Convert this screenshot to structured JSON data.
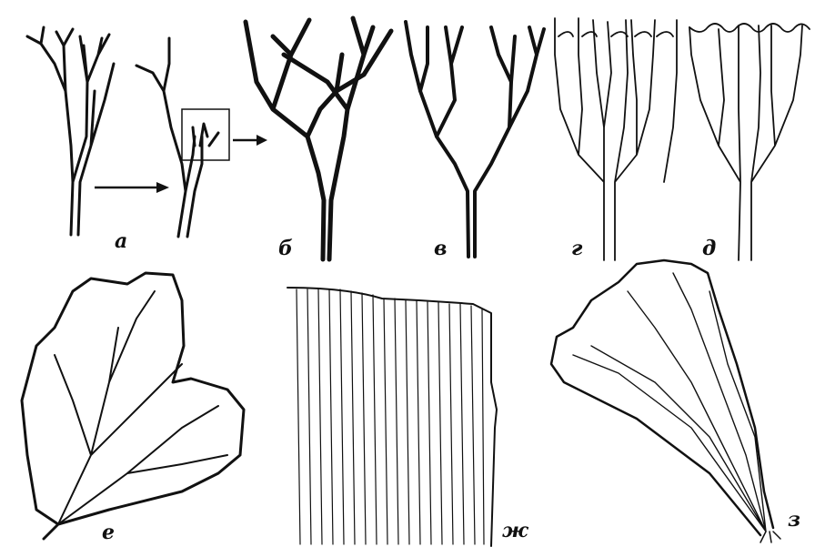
{
  "labels": {
    "a": "а",
    "b": "б",
    "v": "в",
    "g": "г",
    "d": "д",
    "e": "е",
    "zh": "ж",
    "z": "з"
  },
  "colors": {
    "ink": "#111111",
    "paper": "#ffffff"
  }
}
